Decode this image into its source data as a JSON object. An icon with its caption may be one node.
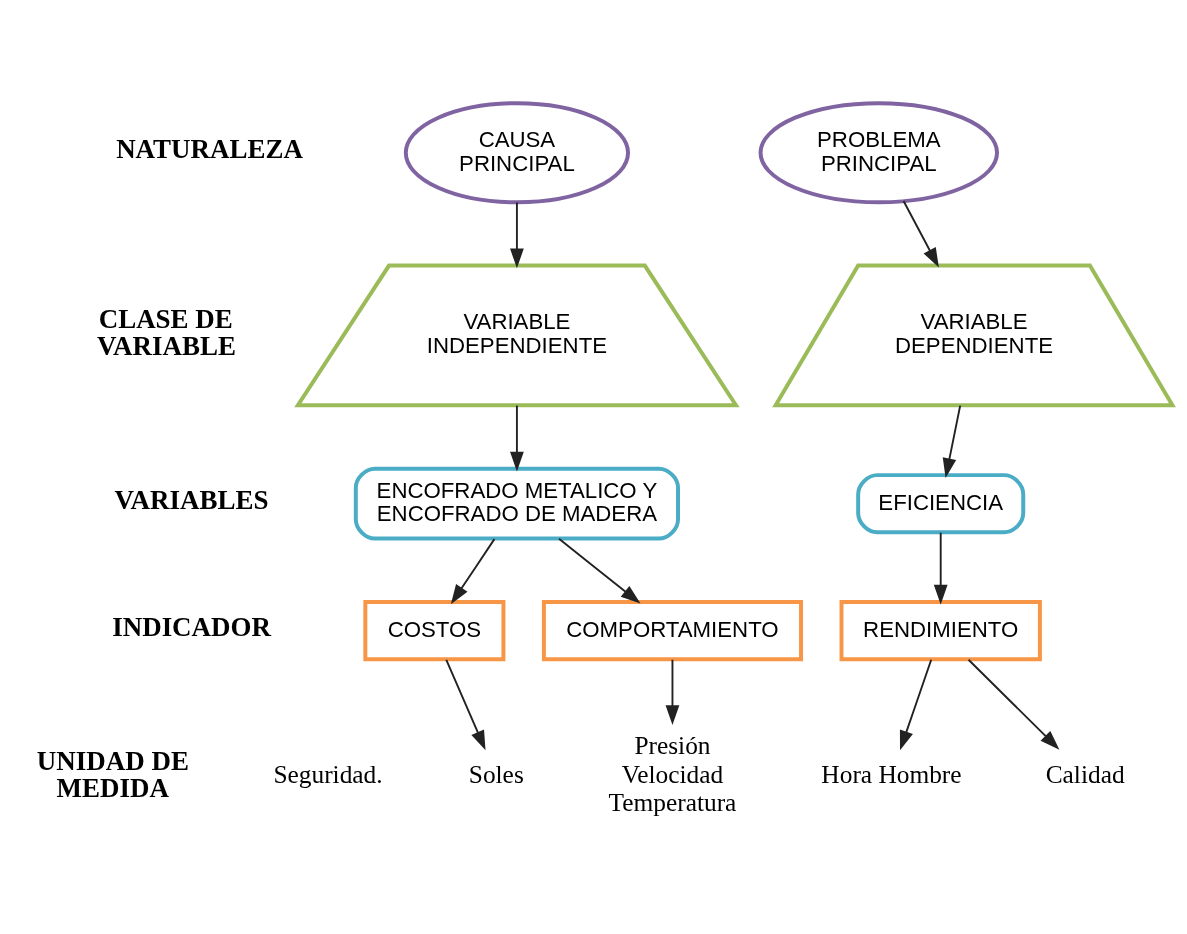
{
  "diagram": {
    "nodes": [
      {
        "text": [
          "CAUSA PRINCIPAL"
        ]
      },
      {
        "text": [
          "PROBLEMA PRINCIPAL"
        ]
      },
      {
        "text": [
          "VARIABLE INDEPENDIENTE"
        ]
      },
      {
        "text": [
          "VARIABLE DEPENDIENTE"
        ]
      },
      {
        "text": [
          "ENCOFRADO METALICO Y ENCOFRADO DE MADERA"
        ]
      },
      {
        "text": [
          "EFICIENCIA"
        ]
      },
      {
        "text": [
          "COSTOS"
        ]
      },
      {
        "text": [
          "COMPORTAMIENTO"
        ]
      },
      {
        "text": [
          "RENDIMIENTO"
        ]
      },
      {
        "text": [
          "Soles"
        ]
      },
      {
        "text": [
          "Presión Velocidad Temperatura"
        ]
      },
      {
        "text": [
          "Hora Hombre"
        ]
      },
      {
        "text": [
          "Calidad"
        ]
      }
    ],
    "edges": [
      {
        "from": 0,
        "to": 2,
        "arrow": "to"
      },
      {
        "from": 1,
        "to": 3,
        "arrow": "to"
      },
      {
        "from": 2,
        "to": 4,
        "arrow": "to"
      },
      {
        "from": 3,
        "to": 5,
        "arrow": "to"
      },
      {
        "from": 4,
        "to": 6,
        "arrow": "to"
      },
      {
        "from": 4,
        "to": 7,
        "arrow": "to"
      },
      {
        "from": 5,
        "to": 8,
        "arrow": "to"
      },
      {
        "from": 6,
        "to": 9,
        "arrow": "to"
      },
      {
        "from": 7,
        "to": 10,
        "arrow": "to"
      },
      {
        "from": 8,
        "to": 11,
        "arrow": "to"
      },
      {
        "from": 8,
        "to": 12,
        "arrow": "to"
      }
    ],
    "labels": [
      "NATURALEZA",
      "CLASE DE VARIABLE",
      "VARIABLES",
      "INDICADOR",
      "UNIDAD DE MEDIDA",
      "Seguridad."
    ]
  }
}
